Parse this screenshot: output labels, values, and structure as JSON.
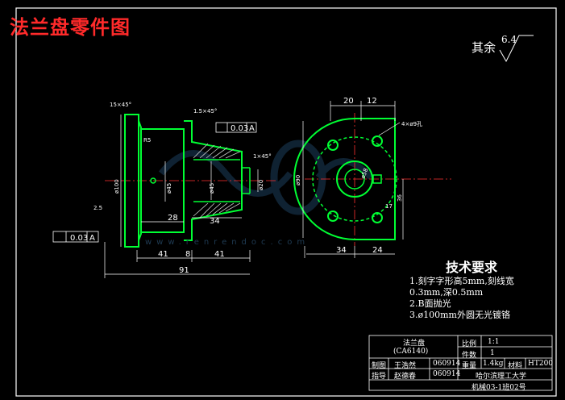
{
  "title": "法兰盘零件图",
  "roughness": {
    "label": "其余",
    "value": "6.4"
  },
  "requirements": {
    "heading": "技术要求",
    "items": [
      "1.刻字字形高5mm,刻线宽",
      "0.3mm,深0.5mm",
      "2.B面抛光",
      "3.ø100mm外圆无光镀铬"
    ]
  },
  "title_block": {
    "part_name": "法兰盘",
    "part_code": "(CA6140)",
    "scale_label": "比例",
    "scale_value": "1:1",
    "qty_label": "件数",
    "qty_value": "1",
    "drawn_label": "制图",
    "drawn_name": "王浩然",
    "drawn_id": "060914",
    "weight_label": "重量",
    "weight_value": "1.4kg",
    "material_label": "材料",
    "material_value": "HT200",
    "check_label": "指导",
    "check_name": "赵德春",
    "check_id": "060914",
    "school": "哈尔滨理工大学",
    "class": "机械03-1班02号"
  },
  "dimensions": {
    "d20": "20",
    "d12": "12",
    "d34": "34",
    "d24": "24",
    "d41a": "41",
    "d41b": "41",
    "d91": "91",
    "d28": "28",
    "d34b": "34",
    "d8": "8",
    "d36": "36",
    "d17": "17",
    "phi90": "ø90",
    "phi100": "ø100",
    "phi45": "ø45",
    "phi20": "ø20",
    "phi58": "ø58",
    "holes": "4×ø9孔",
    "tol1": "0.03",
    "tol2": "0.03",
    "datumA": "A",
    "c1": "15×45°",
    "c2": "1.5×45°",
    "c3": "1×45°",
    "r1": "R5",
    "r2": "2.5"
  },
  "watermark": "www.renrendoc.com"
}
